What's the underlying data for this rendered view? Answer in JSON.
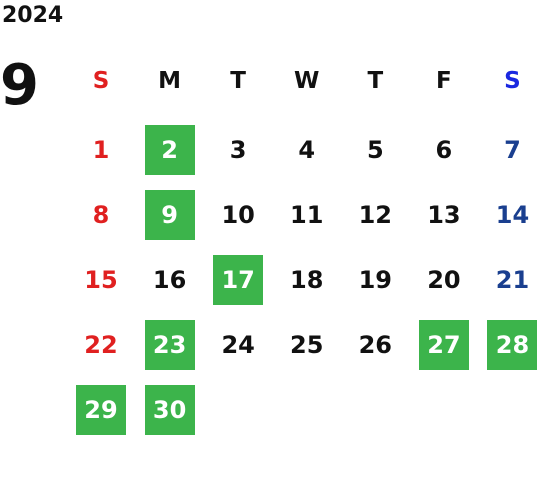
{
  "year": "2024",
  "month": "9",
  "weekdays": [
    "S",
    "M",
    "T",
    "W",
    "T",
    "F",
    "S"
  ],
  "weeks": [
    [
      {
        "day": "1",
        "highlight": false
      },
      {
        "day": "2",
        "highlight": true
      },
      {
        "day": "3",
        "highlight": false
      },
      {
        "day": "4",
        "highlight": false
      },
      {
        "day": "5",
        "highlight": false
      },
      {
        "day": "6",
        "highlight": false
      },
      {
        "day": "7",
        "highlight": false
      }
    ],
    [
      {
        "day": "8",
        "highlight": false
      },
      {
        "day": "9",
        "highlight": true
      },
      {
        "day": "10",
        "highlight": false
      },
      {
        "day": "11",
        "highlight": false
      },
      {
        "day": "12",
        "highlight": false
      },
      {
        "day": "13",
        "highlight": false
      },
      {
        "day": "14",
        "highlight": false
      }
    ],
    [
      {
        "day": "15",
        "highlight": false
      },
      {
        "day": "16",
        "highlight": false
      },
      {
        "day": "17",
        "highlight": true
      },
      {
        "day": "18",
        "highlight": false
      },
      {
        "day": "19",
        "highlight": false
      },
      {
        "day": "20",
        "highlight": false
      },
      {
        "day": "21",
        "highlight": false
      }
    ],
    [
      {
        "day": "22",
        "highlight": false
      },
      {
        "day": "23",
        "highlight": true
      },
      {
        "day": "24",
        "highlight": false
      },
      {
        "day": "25",
        "highlight": false
      },
      {
        "day": "26",
        "highlight": false
      },
      {
        "day": "27",
        "highlight": true
      },
      {
        "day": "28",
        "highlight": true
      }
    ],
    [
      {
        "day": "29",
        "highlight": true
      },
      {
        "day": "30",
        "highlight": true
      },
      {
        "day": "",
        "highlight": false
      },
      {
        "day": "",
        "highlight": false
      },
      {
        "day": "",
        "highlight": false
      },
      {
        "day": "",
        "highlight": false
      },
      {
        "day": "",
        "highlight": false
      }
    ]
  ],
  "colors": {
    "highlight": "#3cb44b",
    "sunday": "#e02020",
    "saturday": "#1a3f8f",
    "saturday_header": "#1a28e0",
    "text": "#111111"
  }
}
